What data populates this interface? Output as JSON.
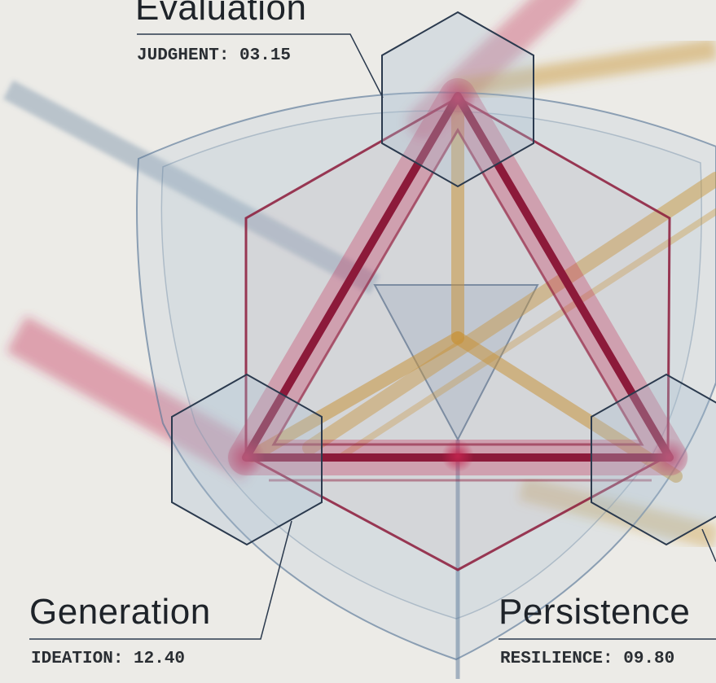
{
  "nodes": {
    "evaluation": {
      "title": "Evaluation",
      "metric": "JUDGHENT: 03.15"
    },
    "generation": {
      "title": "Generation",
      "metric": "IDEATION: 12.40"
    },
    "persistence": {
      "title": "Persistence",
      "metric": "RESILIENCE: 09.80"
    }
  },
  "colors": {
    "background": "#ecebe7",
    "crimson": "#8c1a3a",
    "gold": "#c8922e",
    "steel": "#5a7898",
    "outline": "#2b3a4e"
  }
}
